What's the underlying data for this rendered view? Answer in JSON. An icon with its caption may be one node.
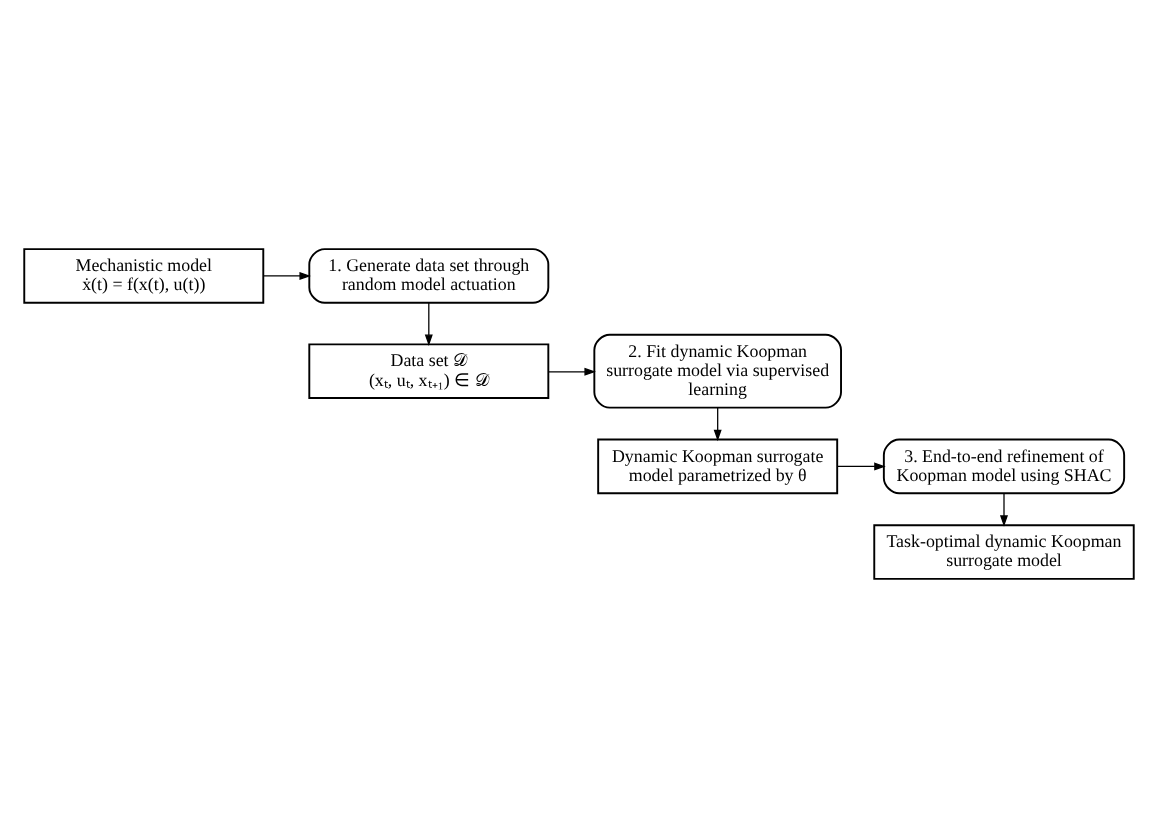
{
  "diagram": {
    "nodes": [
      {
        "text": [
          "Mechanistic model",
          "ẋ(t) = f(x(t), u(t))"
        ]
      },
      {
        "text": [
          "1. Generate data set through random model actuation"
        ]
      },
      {
        "text": [
          "Data set 𝒟",
          "(xₜ, uₜ, xₜ₊₁) ∈ 𝒟"
        ]
      },
      {
        "text": [
          "2. Fit dynamic Koopman surrogate model via supervised learning"
        ]
      },
      {
        "text": [
          "Dynamic Koopman surrogate model parametrized by θ"
        ]
      },
      {
        "text": [
          "3. End-to-end refinement of Koopman model using SHAC"
        ]
      },
      {
        "text": [
          "Task-optimal dynamic Koopman surrogate model"
        ]
      }
    ],
    "edges": [
      {
        "from": 0,
        "to": 1,
        "arrow": "to"
      },
      {
        "from": 1,
        "to": 2,
        "arrow": "to"
      },
      {
        "from": 2,
        "to": 3,
        "arrow": "to"
      },
      {
        "from": 3,
        "to": 4,
        "arrow": "to"
      },
      {
        "from": 4,
        "to": 5,
        "arrow": "to"
      },
      {
        "from": 5,
        "to": 6,
        "arrow": "to"
      }
    ]
  }
}
